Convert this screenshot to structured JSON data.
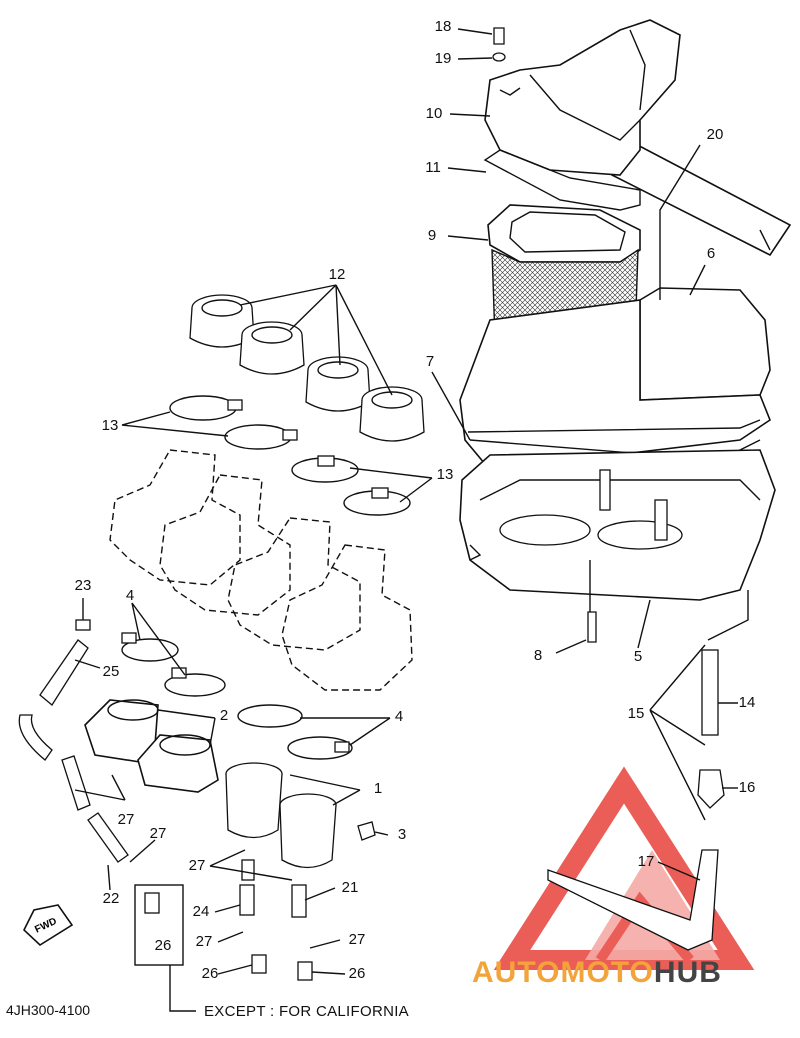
{
  "diagram": {
    "part_labels": {
      "l18": "18",
      "l19": "19",
      "l10": "10",
      "l11": "11",
      "l20": "20",
      "l9": "9",
      "l6": "6",
      "l12": "12",
      "l7": "7",
      "l13a": "13",
      "l13b": "13",
      "l23": "23",
      "l4a": "4",
      "l8": "8",
      "l5": "5",
      "l25": "25",
      "l2": "2",
      "l4b": "4",
      "l15": "15",
      "l14": "14",
      "l1": "1",
      "l16": "16",
      "l27a": "27",
      "l27b": "27",
      "l3": "3",
      "l27c": "27",
      "l21": "21",
      "l17": "17",
      "l22": "22",
      "l24": "24",
      "l26a": "26",
      "l27d": "27",
      "l27e": "27",
      "l26b": "26",
      "l26c": "26"
    },
    "fwd_label": "FWD",
    "diagram_code": "4JH300-4100",
    "footnote": "EXCEPT : FOR CALIFORNIA"
  },
  "watermark": {
    "text_accent": "AUTOMOTO",
    "text_dark": "HUB",
    "accent_color": "#f2a33a",
    "logo_color": "#e8413a"
  }
}
